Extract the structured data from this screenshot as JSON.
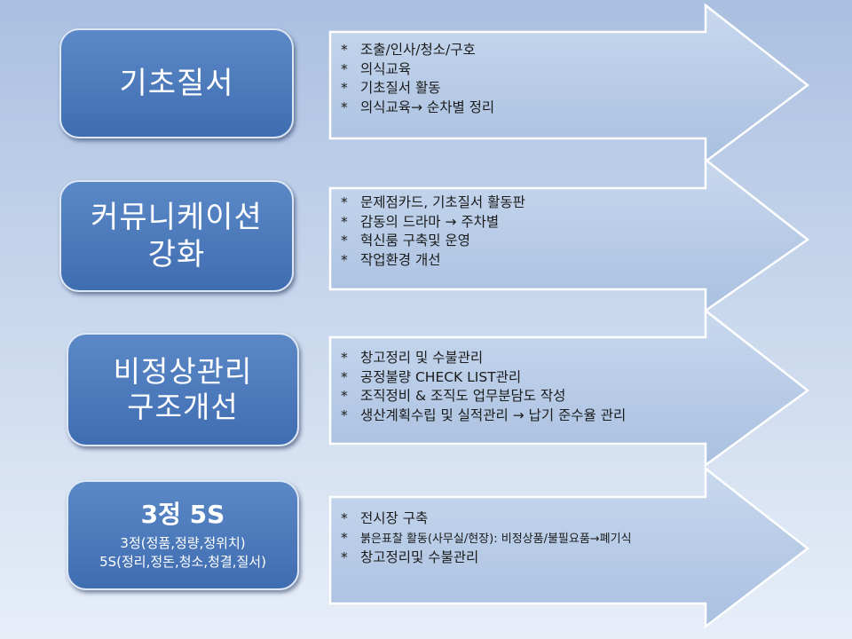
{
  "boxes": [
    {
      "lines": [
        "기초질서"
      ]
    },
    {
      "lines": [
        "커뮤니케이션",
        "강화"
      ]
    },
    {
      "lines": [
        "비정상관리",
        "구조개선"
      ]
    },
    {
      "title": "3정 5S",
      "lines": [
        "3정(정품,정량,정위치)",
        "5S(정리,정돈,청소,청결,질서)"
      ]
    }
  ],
  "arrows": [
    {
      "bullet": "*",
      "items": [
        "조출/인사/청소/구호",
        "의식교육",
        "기초질서 활동",
        "의식교육→ 순차별 정리"
      ]
    },
    {
      "bullet": "*",
      "items": [
        "문제점카드, 기초질서 활동판",
        "감동의 드라마 → 주차별",
        "혁신룸 구축및 운영",
        "작업환경 개선"
      ]
    },
    {
      "bullet": "*",
      "items": [
        "창고정리 및 수불관리",
        "공정불량 CHECK LIST관리",
        "조직정비 & 조직도 업무분담도 작성",
        "생산계획수립 및 실적관리  → 납기 준수율 관리"
      ]
    },
    {
      "bullet": "*",
      "items": [
        "전시장 구축",
        "붉은표찰 활동(사무실/현장):    비정상품/불필요품→폐기식",
        "창고정리및 수불관리"
      ]
    }
  ],
  "colors": {
    "box": "#4a78bb",
    "arrow_fill": "#b9cce6",
    "arrow_stroke": "#ffffff"
  }
}
